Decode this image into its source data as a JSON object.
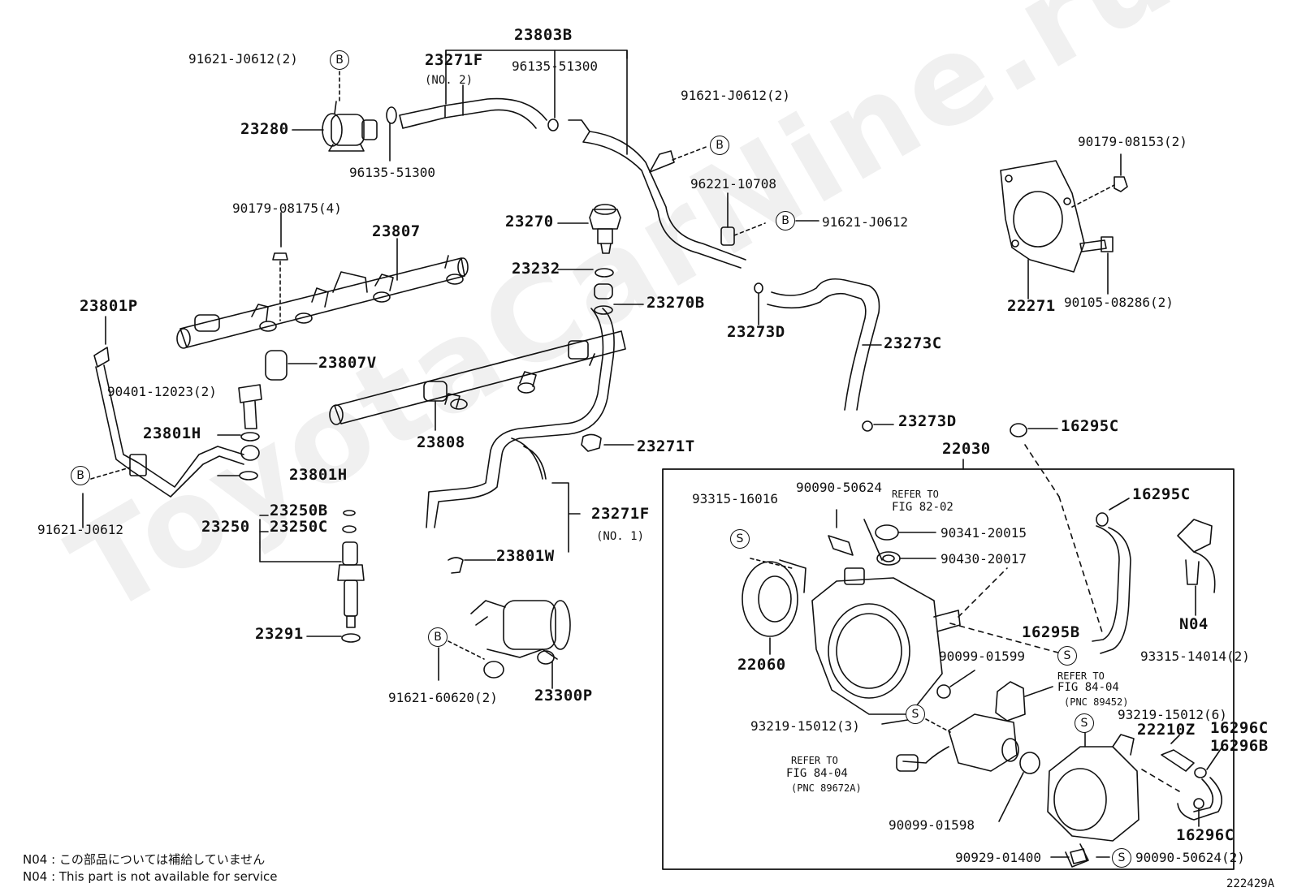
{
  "watermark": "ToyotaCarNine.ru",
  "figure_number": "222429A",
  "notes": {
    "jp": "N04 : この部品については補給していません",
    "en": "N04 : This part is not available for service"
  },
  "markers": {
    "b": "B",
    "s": "S"
  },
  "parts": {
    "p23803B": "23803B",
    "p91621_J0612_2a": "91621-J0612(2)",
    "p23271F_no2": "23271F",
    "no2": "(NO. 2)",
    "p96135_51300a": "96135-51300",
    "p23280": "23280",
    "p96135_51300b": "96135-51300",
    "p91621_J0612_2b": "91621-J0612(2)",
    "p96221_10708": "96221-10708",
    "p91621_J0612a": "91621-J0612",
    "p90179_08153": "90179-08153(2)",
    "p22271": "22271",
    "p90105_08286": "90105-08286(2)",
    "p90179_08175": "90179-08175(4)",
    "p23807": "23807",
    "p23270": "23270",
    "p23232": "23232",
    "p23270B": "23270B",
    "p23273D_a": "23273D",
    "p23273C": "23273C",
    "p23801P": "23801P",
    "p23807V": "23807V",
    "p90401_12023": "90401-12023(2)",
    "p23801H_a": "23801H",
    "p23801H_b": "23801H",
    "p23808": "23808",
    "p23273D_b": "23273D",
    "p16295C_a": "16295C",
    "p22030": "22030",
    "p23271T": "23271T",
    "p91621_J0612b": "91621-J0612",
    "p23250B": "23250B",
    "p23250": "23250",
    "p23250C": "23250C",
    "p23271F_no1": "23271F",
    "no1": "(NO. 1)",
    "p23801W": "23801W",
    "p23291": "23291",
    "p91621_60620": "91621-60620(2)",
    "p23300P": "23300P",
    "p93315_16016": "93315-16016",
    "p90090_50624a": "90090-50624",
    "refer_a1": "REFER TO",
    "refer_a2": "FIG 82-02",
    "p90341_20015": "90341-20015",
    "p90430_20017": "90430-20017",
    "p16295C_b": "16295C",
    "pN04": "N04",
    "p16295B": "16295B",
    "p22060": "22060",
    "p90099_01599": "90099-01599",
    "p93315_14014": "93315-14014(2)",
    "refer_b1": "REFER TO",
    "refer_b2": "FIG 84-04",
    "refer_b3": "(PNC 89452)",
    "p93219_15012_3": "93219-15012(3)",
    "p93219_15012_6": "93219-15012(6)",
    "p22210Z": "22210Z",
    "p16296C_a": "16296C",
    "p16296B": "16296B",
    "refer_c1": "REFER TO",
    "refer_c2": "FIG 84-04",
    "refer_c3": "(PNC 89672A)",
    "p90099_01598": "90099-01598",
    "p16296C_b": "16296C",
    "p90929_01400": "90929-01400",
    "p90090_50624b": "90090-50624(2)"
  }
}
